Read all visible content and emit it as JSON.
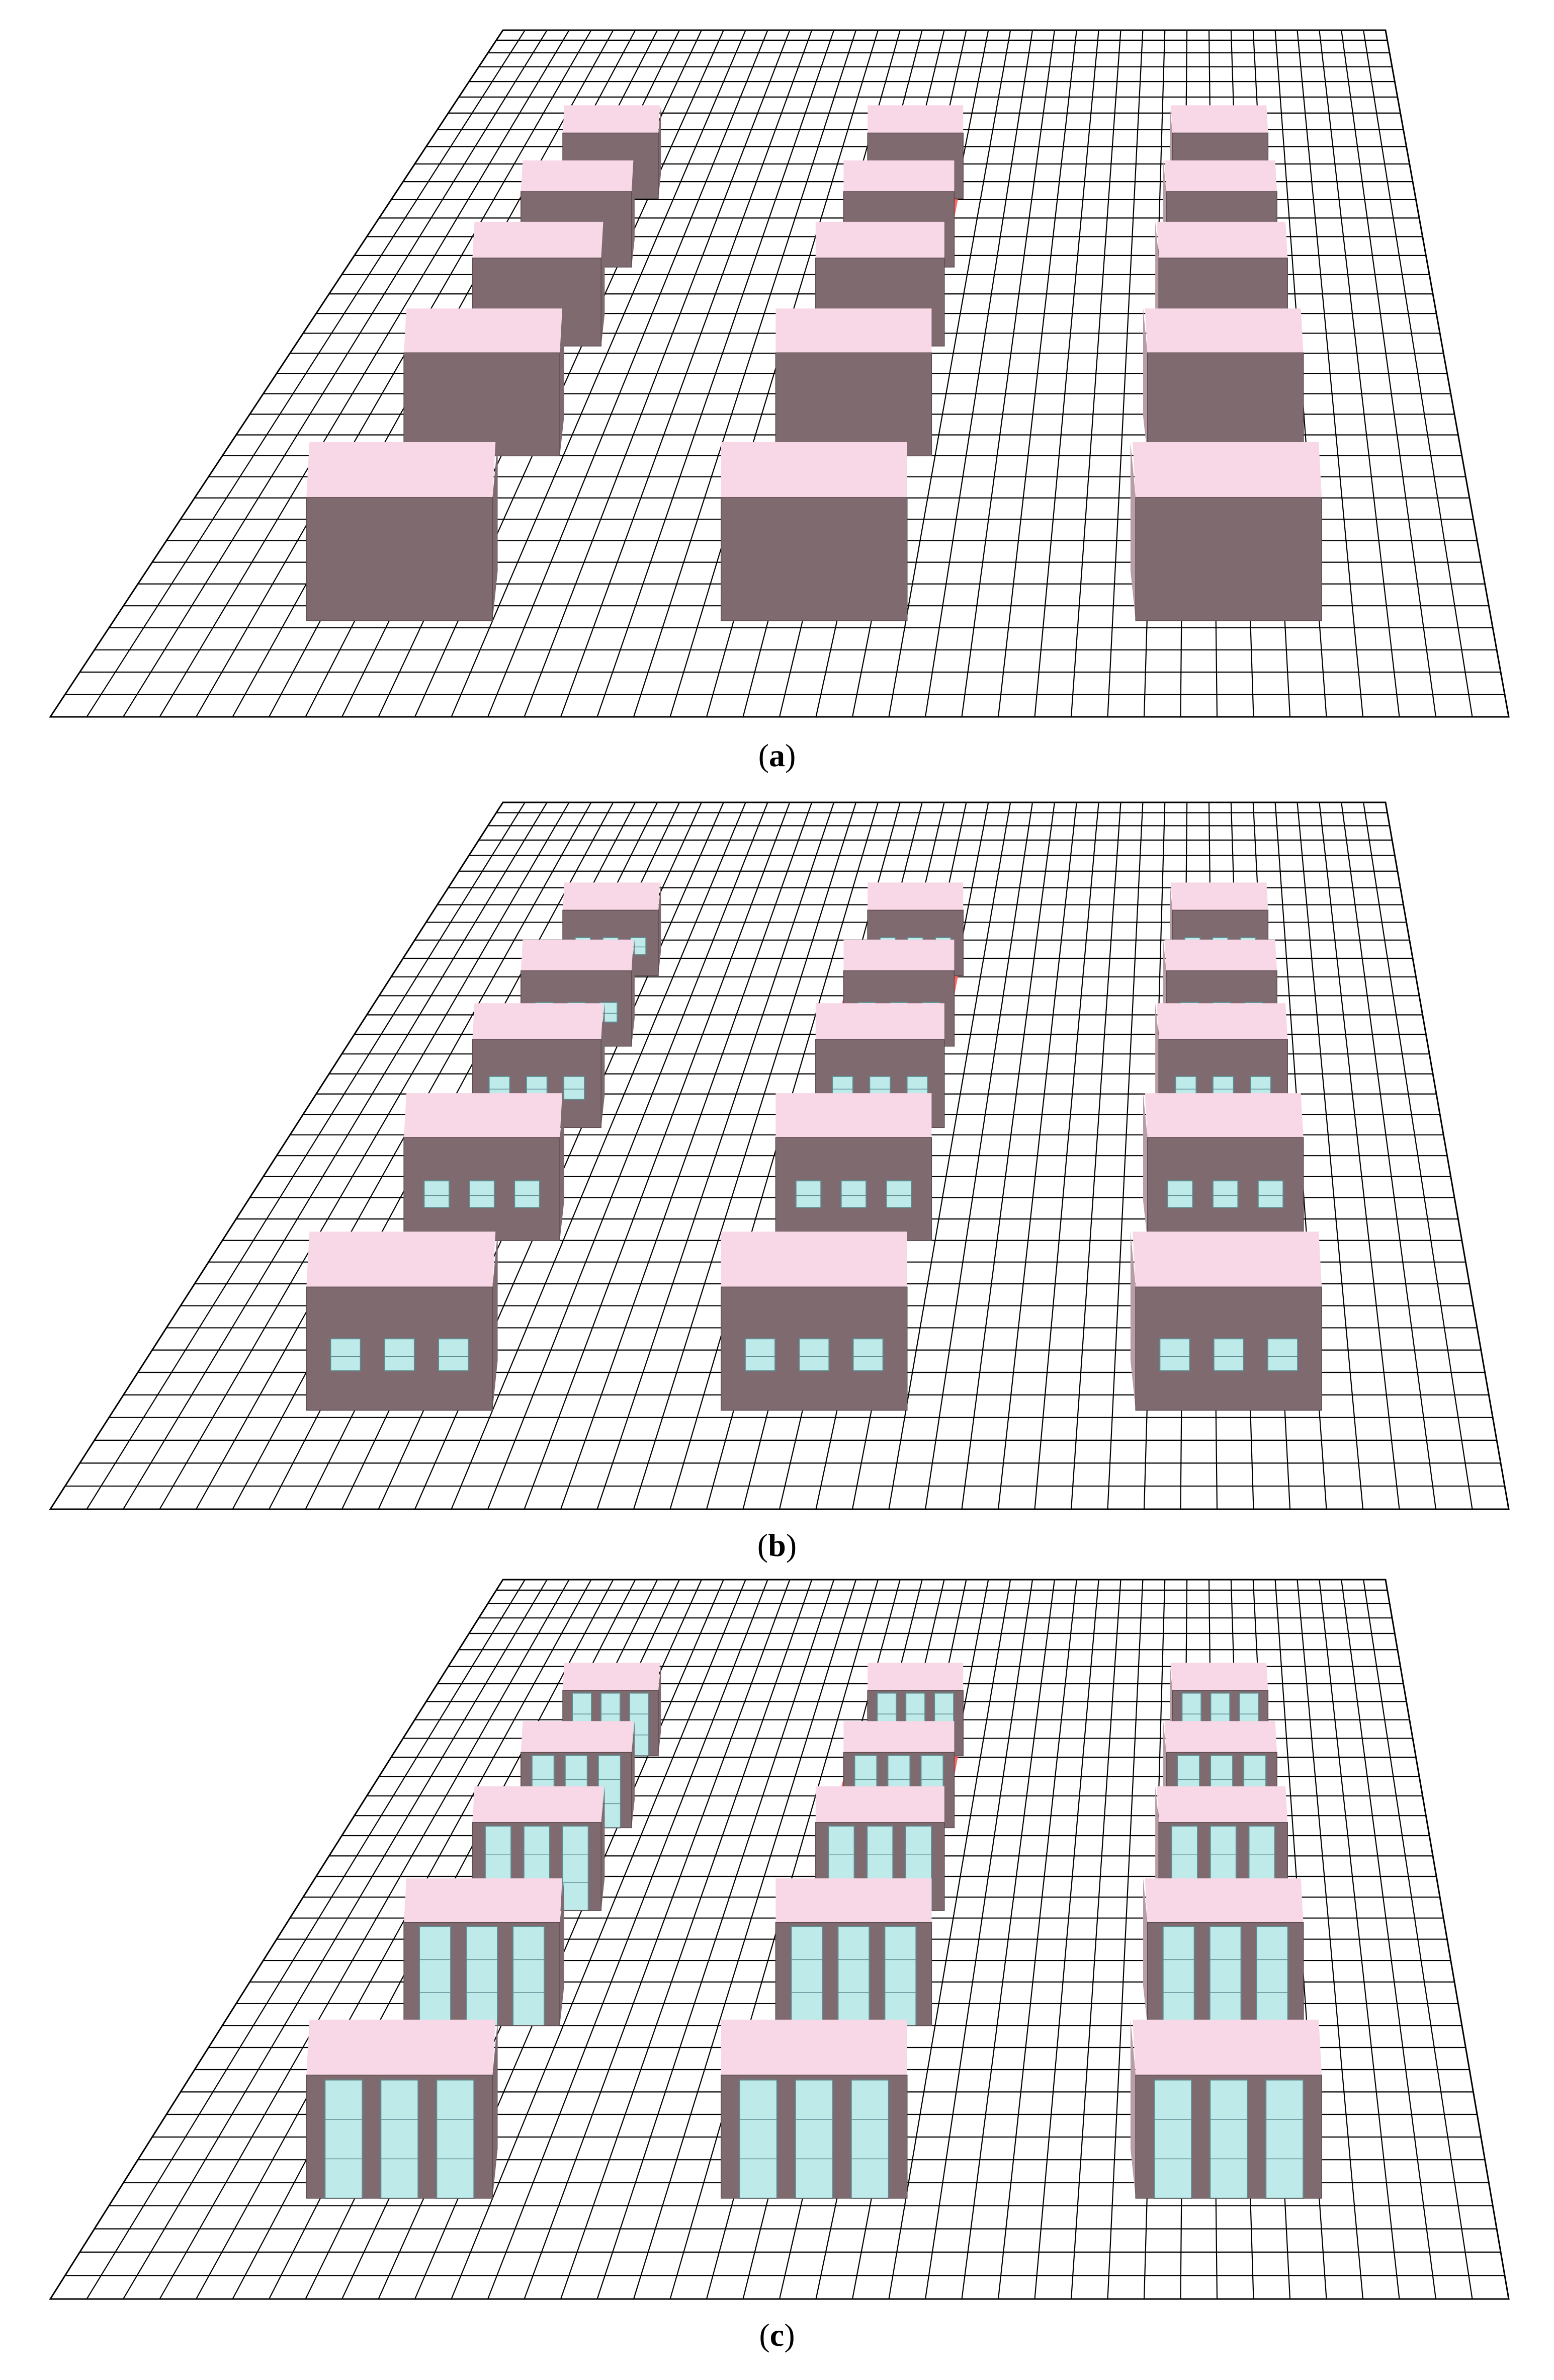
{
  "panels": [
    {
      "id": "a",
      "caption_open": "(",
      "caption_letter": "a",
      "caption_close": ")",
      "facade": "solid"
    },
    {
      "id": "b",
      "caption_open": "(",
      "caption_letter": "b",
      "caption_close": ")",
      "facade": "windows"
    },
    {
      "id": "c",
      "caption_open": "(",
      "caption_letter": "c",
      "caption_close": ")",
      "facade": "glazed-bays"
    }
  ],
  "grid": {
    "columns": 40,
    "rows": 36
  },
  "buildings": {
    "columns": 3,
    "rows": 5
  },
  "colors": {
    "roof": "#f8d7e6",
    "wall": "#7e6a6f",
    "wall_side": "#b79ea6",
    "glass": "#bfeaea",
    "glass_frame": "#5e8d91",
    "highlight_strip": "#ff5a5a",
    "grid_line": "#000000",
    "background": "#ffffff"
  }
}
